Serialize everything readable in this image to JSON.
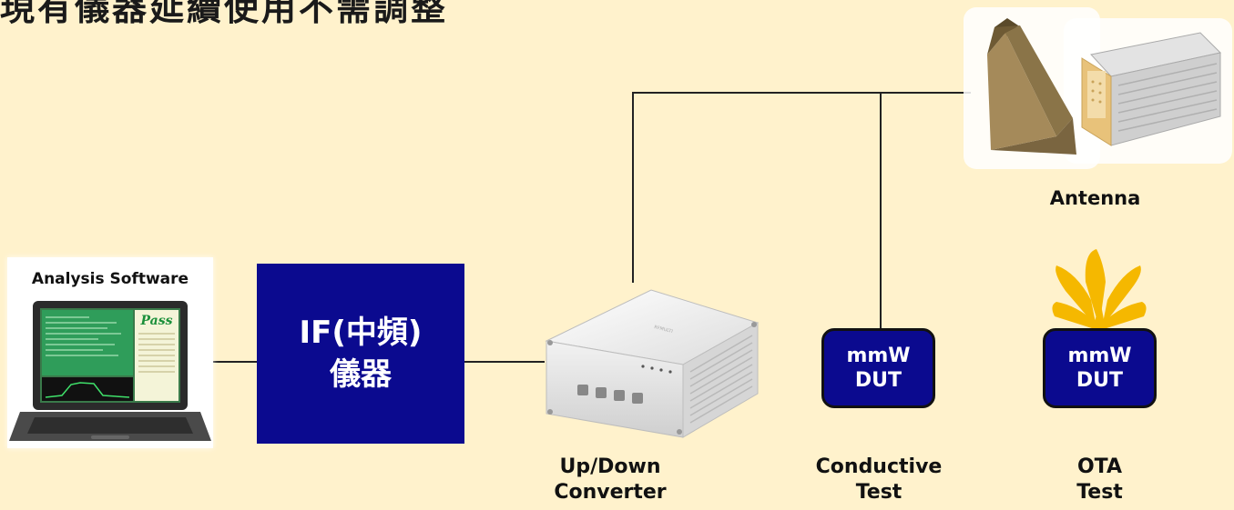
{
  "title": "現有儀器延續使用不需調整",
  "nodes": {
    "software": {
      "label": "Analysis Software"
    },
    "if_instrument": {
      "line1": "IF(中頻)",
      "line2": "儀器"
    },
    "converter": {
      "line1": "Up/Down",
      "line2": "Converter"
    },
    "conductive_dut": {
      "line1": "mmW",
      "line2": "DUT",
      "caption1": "Conductive",
      "caption2": "Test"
    },
    "ota_dut": {
      "line1": "mmW",
      "line2": "DUT",
      "caption1": "OTA",
      "caption2": "Test"
    },
    "antenna": {
      "label": "Antenna"
    }
  },
  "laptop_screen": {
    "status": "Pass"
  },
  "colors": {
    "background": "#FFF2CC",
    "box": "#0B0A8F",
    "line": "#222222",
    "burst": "#F5B800"
  }
}
